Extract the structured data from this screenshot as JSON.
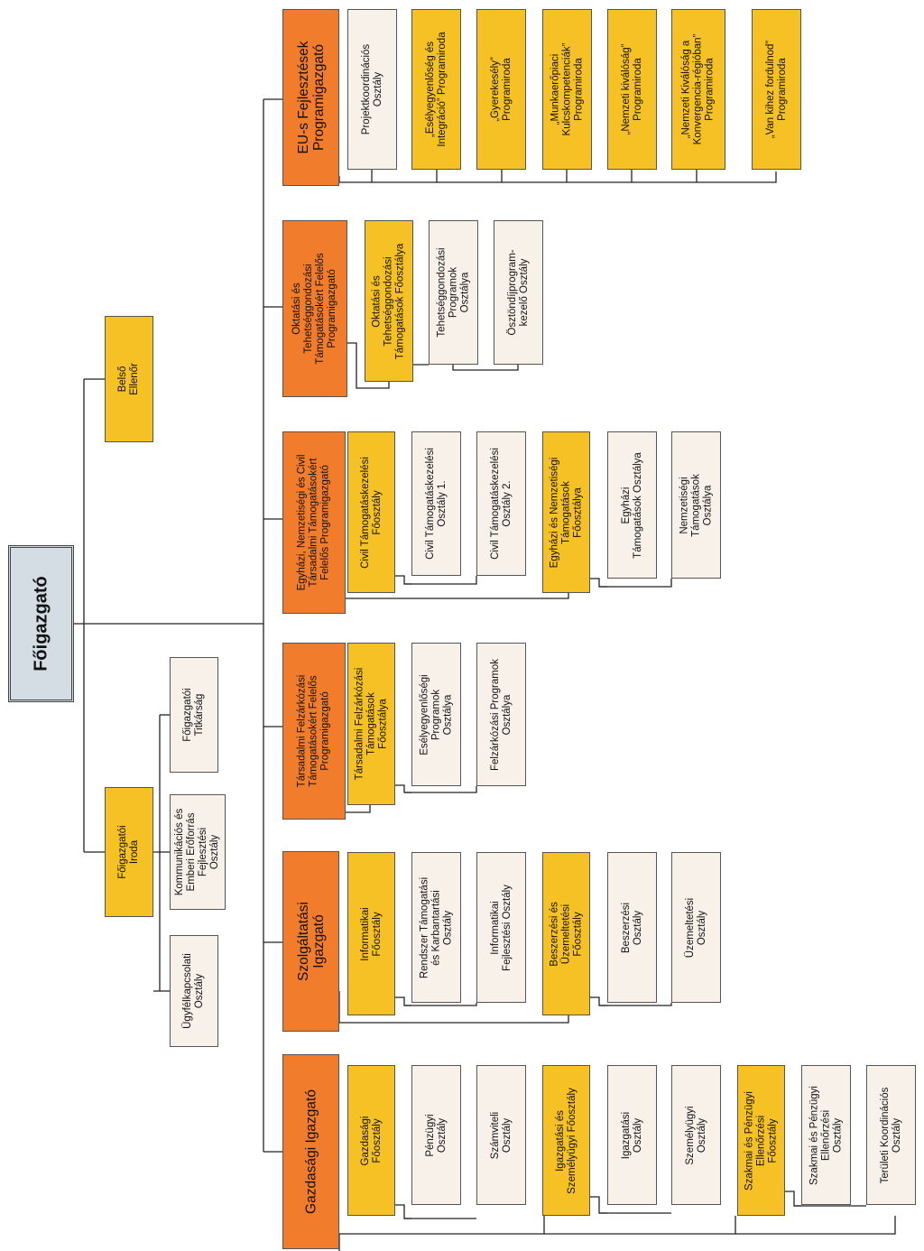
{
  "root": "Főigazgató",
  "belso": "Belső\nEllenőr",
  "iroda": {
    "head": "Főigazgatói\nIroda",
    "units": [
      "Ügyfélkapcsolati\nOsztály",
      "Kommunikációs és\nEmberi Erőforrás\nFejlesztési\nOsztály",
      "Főigazgatói\nTitkárság"
    ]
  },
  "colors": {
    "director": "#f07c2c",
    "department": "#f5c124",
    "unit": "#f8f1ea",
    "root": "#d4dde4"
  },
  "directors": [
    {
      "name": "Gazdasági Igazgató",
      "departments": [
        {
          "name": "Gazdasági\nFőosztály",
          "units": [
            "Pénzügyi\nOsztály",
            "Számviteli\nOsztály"
          ]
        },
        {
          "name": "Igazgatási és\nSzemélyügyi Főosztály",
          "units": [
            "Igazgatási\nOsztály",
            "Személyügyi\nOsztály"
          ]
        },
        {
          "name": "Szakmai és Pénzügyi\nEllenőrzési\nFőosztály",
          "units": [
            "Szakmai és Pénzügyi\nEllenőrzési\nOsztály",
            "Területi Koordinációs\nOsztály"
          ]
        }
      ]
    },
    {
      "name": "Szolgáltatási\nIgazgató",
      "departments": [
        {
          "name": "Informatikai\nFőosztály",
          "units": [
            "Rendszer Támogatási\nés Karbantartási\nOsztály",
            "Informatikai\nFejlesztési Osztály"
          ]
        },
        {
          "name": "Beszerzési és\nÜzemeltetési\nFőosztály",
          "units": [
            "Beszerzési\nOsztály",
            "Üzemeltetési\nOsztály"
          ]
        }
      ]
    },
    {
      "name": "Társadalmi Felzárkózási\nTámogatásokért Felelős\nProgramigazgató",
      "departments": [
        {
          "name": "Társadalmi Felzárkózási\nTámogatások\nFőosztálya",
          "units": [
            "Esélyegyenlőségi\nProgramok\nOsztálya",
            "Felzárkózási Programok\nOsztálya"
          ]
        }
      ]
    },
    {
      "name": "Egyházi, Nemzetiségi és Civil\nTársadalmi Támogatásokért\nFelelős Programigazgató",
      "departments": [
        {
          "name": "Civil Támogatáskezelési\nFőosztály",
          "units": [
            "Civil Támogatáskezelési\nOsztály 1.",
            "Civil Támogatáskezelési\nOsztály 2."
          ]
        },
        {
          "name": "Egyházi és Nemzetiségi\nTámogatások\nFőosztálya",
          "units": [
            "Egyházi\nTámogatások Osztálya",
            "Nemzetiségi\nTámogatások\nOsztálya"
          ]
        }
      ]
    },
    {
      "name": "Oktatási és\nTehetséggondozási\nTámogatásokért Felelős\nProgramigazgató",
      "departments": [
        {
          "name": "Oktatási és\nTehetséggondozási\nTámogatások Főosztálya",
          "units": [
            "Tehetséggondozási\nProgramok\nOsztálya",
            "Ösztöndíjprogram-\nkezelő Osztály"
          ]
        }
      ]
    },
    {
      "name": "EU-s Fejlesztések\nProgramigazgató",
      "units": [
        "Projektkoordinációs\nOsztály",
        "„Esélyegyenlőség és\nIntegráció” Programiroda",
        "„Gyerekesély”\nProgramiroda",
        "„Munkaerőpiaci\nKulcskompetenciák”\nProgramiroda",
        "„Nemzeti kiválóság”\nProgramiroda",
        "„Nemzeti Kiválóság a\nKonvergencia-régióban”\nProgramiroda",
        "„Van kihez fordulnod”\nProgramiroda"
      ]
    }
  ]
}
